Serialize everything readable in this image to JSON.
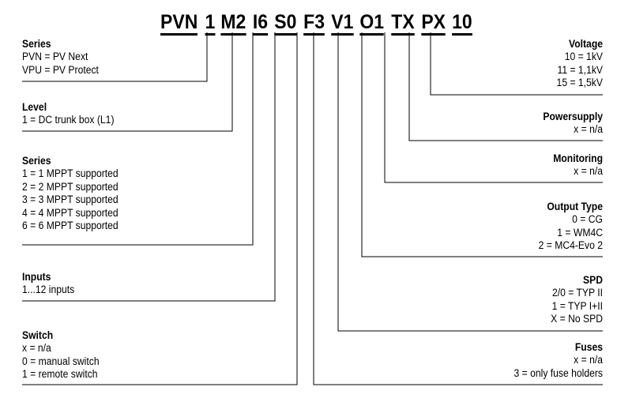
{
  "diagram": {
    "title": "PVN 1 M2 I6 S0 F3 V1 O1 TX PX 10",
    "code_segments": [
      {
        "text": "PVN"
      },
      {
        "text": "1"
      },
      {
        "text": "M2"
      },
      {
        "text": "I6"
      },
      {
        "text": "S0"
      },
      {
        "text": "F3"
      },
      {
        "text": "V1"
      },
      {
        "text": "O1"
      },
      {
        "text": "TX"
      },
      {
        "text": "PX"
      },
      {
        "text": "10"
      }
    ],
    "left_blocks": [
      {
        "title": "Series",
        "lines": [
          "PVN = PV Next",
          "VPU = PV Protect"
        ]
      },
      {
        "title": "Level",
        "lines": [
          "1 = DC trunk box (L1)"
        ]
      },
      {
        "title": "Series",
        "lines": [
          "1 = 1 MPPT supported",
          "2 = 2 MPPT supported",
          "3 = 3 MPPT supported",
          "4 = 4 MPPT supported",
          "6 = 6 MPPT supported"
        ]
      },
      {
        "title": "Inputs",
        "lines": [
          "1...12 inputs"
        ]
      },
      {
        "title": "Switch",
        "lines": [
          "x = n/a",
          "0 = manual switch",
          "1 = remote switch"
        ]
      }
    ],
    "right_blocks": [
      {
        "title": "Voltage",
        "lines": [
          "10 = 1kV",
          "11 = 1,1kV",
          "15 = 1,5kV"
        ]
      },
      {
        "title": "Powersupply",
        "lines": [
          "x = n/a"
        ]
      },
      {
        "title": "Monitoring",
        "lines": [
          "x = n/a"
        ]
      },
      {
        "title": "Output Type",
        "lines": [
          "0 = CG",
          "1 = WM4C",
          "2 = MC4-Evo 2"
        ]
      },
      {
        "title": "SPD",
        "lines": [
          "2/0 = TYP II",
          "1 = TYP I+II",
          "X = No SPD"
        ]
      },
      {
        "title": "Fuses",
        "lines": [
          "x = n/a",
          "3 = only fuse holders"
        ]
      }
    ],
    "colors": {
      "ink": "#000000",
      "background": "#ffffff"
    }
  }
}
